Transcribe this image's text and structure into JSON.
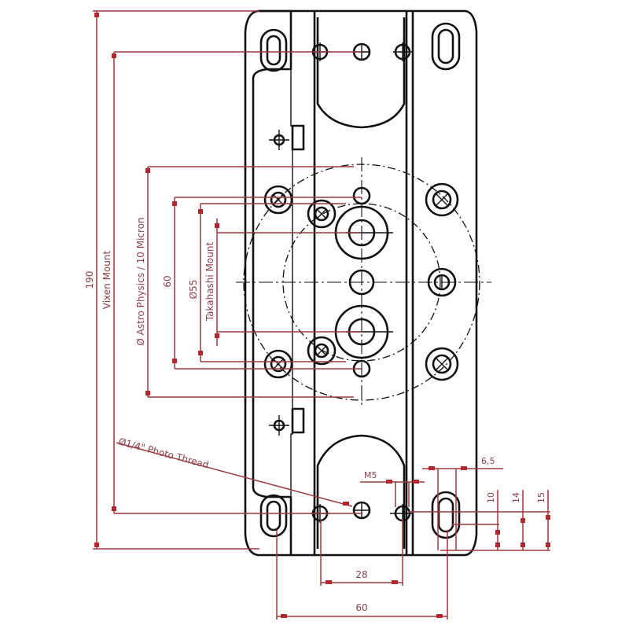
{
  "drawing": {
    "title": "Telescope mounting plate – dimensioned drawing",
    "colors": {
      "part_outline": "#111111",
      "dimension_lines": "#9b3a3f",
      "dimension_text": "#8d4048",
      "background": "#ffffff"
    },
    "dimensions": {
      "overall_height": "190",
      "vixen_mount": "Vixen Mount",
      "astro_physics": "Ø Astro Physics / 10 Micron",
      "bolt_spacing_60": "60",
      "takahashi_dia": "Ø55",
      "takahashi_mount": "Takahashi Mount",
      "photo_thread": "Ø1/4\" Photo Thread",
      "m5": "M5",
      "slot_width": "6,5",
      "slot_10": "10",
      "slot_14": "14",
      "slot_15": "15",
      "bottom_28": "28",
      "bottom_60": "60"
    }
  }
}
